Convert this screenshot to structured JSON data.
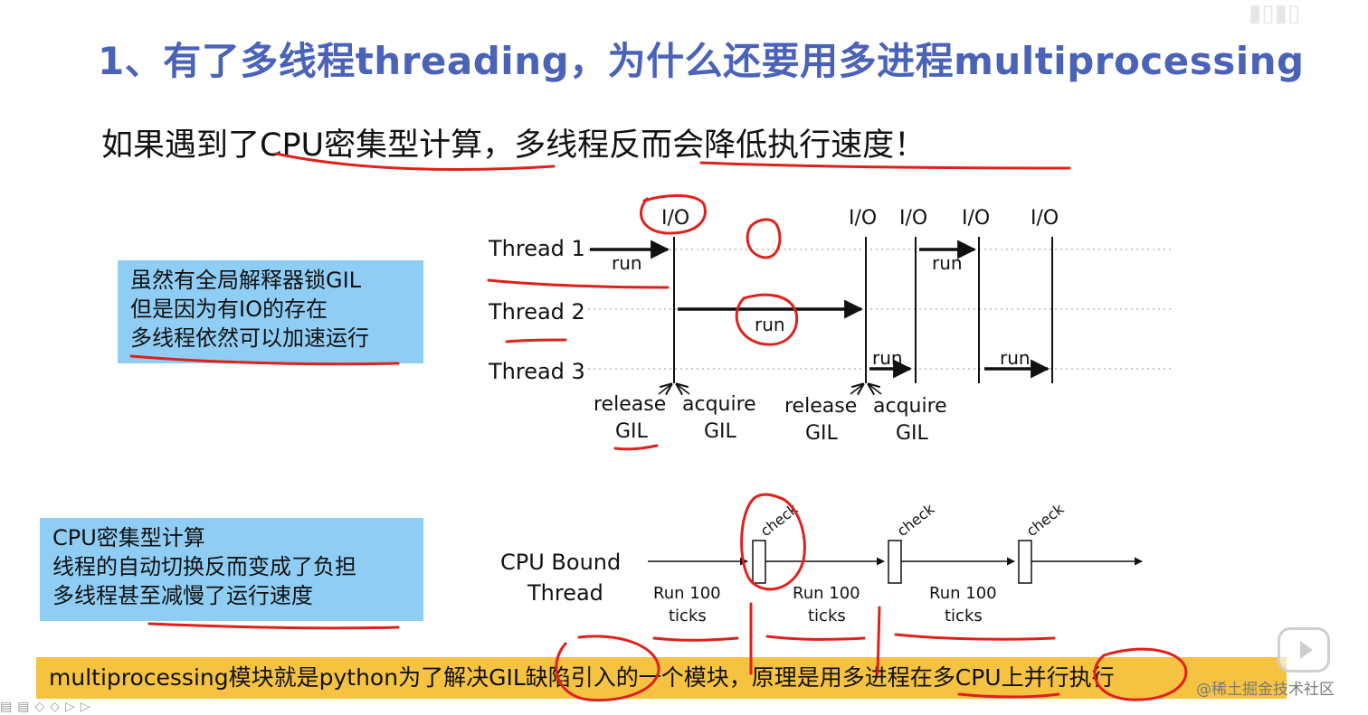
{
  "slide": {
    "title": "1、有了多线程threading，为什么还要用多进程multiprocessing",
    "subtitle": "如果遇到了CPU密集型计算，多线程反而会降低执行速度！"
  },
  "note_gil": {
    "lines": [
      "虽然有全局解释器锁GIL",
      "但是因为有IO的存在",
      "多线程依然可以加速运行"
    ]
  },
  "note_cpu": {
    "lines": [
      "CPU密集型计算",
      "线程的自动切换反而变成了负担",
      "多线程甚至减慢了运行速度"
    ]
  },
  "io_diagram": {
    "threads": [
      "Thread 1",
      "Thread 2",
      "Thread 3"
    ],
    "io_label": "I/O",
    "run_label": "run",
    "release_label": [
      "release",
      "GIL"
    ],
    "acquire_label": [
      "acquire",
      "GIL"
    ]
  },
  "cpu_diagram": {
    "thread_label": [
      "CPU Bound",
      "Thread"
    ],
    "check_label": "check",
    "segment_label": [
      "Run 100",
      "ticks"
    ]
  },
  "bottom_banner": "multiprocessing模块就是python为了解决GIL缺陷引入的一个模块，原理是用多进程在多CPU上并行执行",
  "watermark": "@稀土掘金技术社区",
  "colors": {
    "title": "#4a62b8",
    "note_box": "#8fcdf4",
    "banner": "#f5c242",
    "annotation": "#e0201b"
  }
}
